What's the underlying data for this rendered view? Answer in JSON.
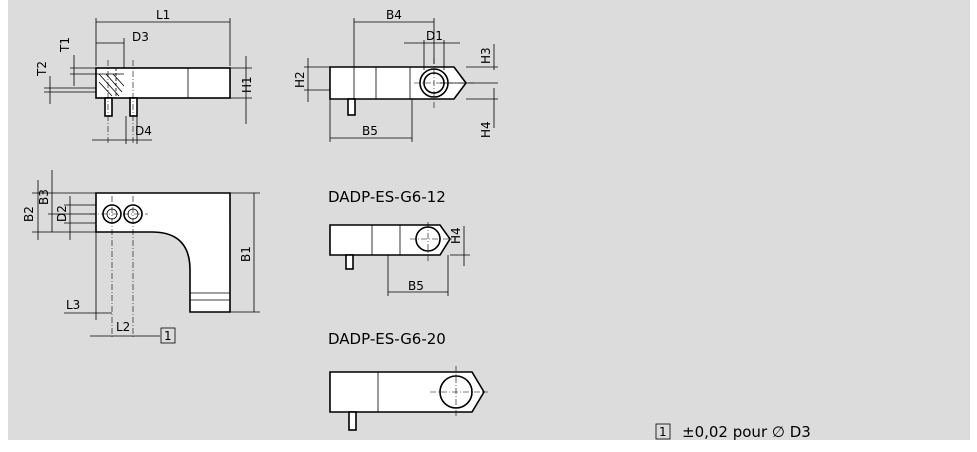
{
  "views": {
    "side": {
      "dims": {
        "l1": "L1",
        "d3": "D3",
        "t1": "T1",
        "t2": "T2",
        "h1": "H1",
        "d4": "D4"
      }
    },
    "front": {
      "dims": {
        "b4": "B4",
        "d1": "D1",
        "h3": "H3",
        "h2": "H2",
        "h4": "H4",
        "b5": "B5"
      }
    },
    "top": {
      "dims": {
        "b2": "B2",
        "b3": "B3",
        "d2": "D2",
        "b1": "B1",
        "l3": "L3",
        "l2": "L2"
      },
      "marker": "1"
    },
    "variant_12": {
      "caption": "DADP-ES-G6-12",
      "dims": {
        "h4": "H4",
        "b5": "B5"
      }
    },
    "variant_20": {
      "caption": "DADP-ES-G6-20"
    }
  },
  "footnote": {
    "marker": "1",
    "text": "±0,02 pour ∅ D3"
  }
}
